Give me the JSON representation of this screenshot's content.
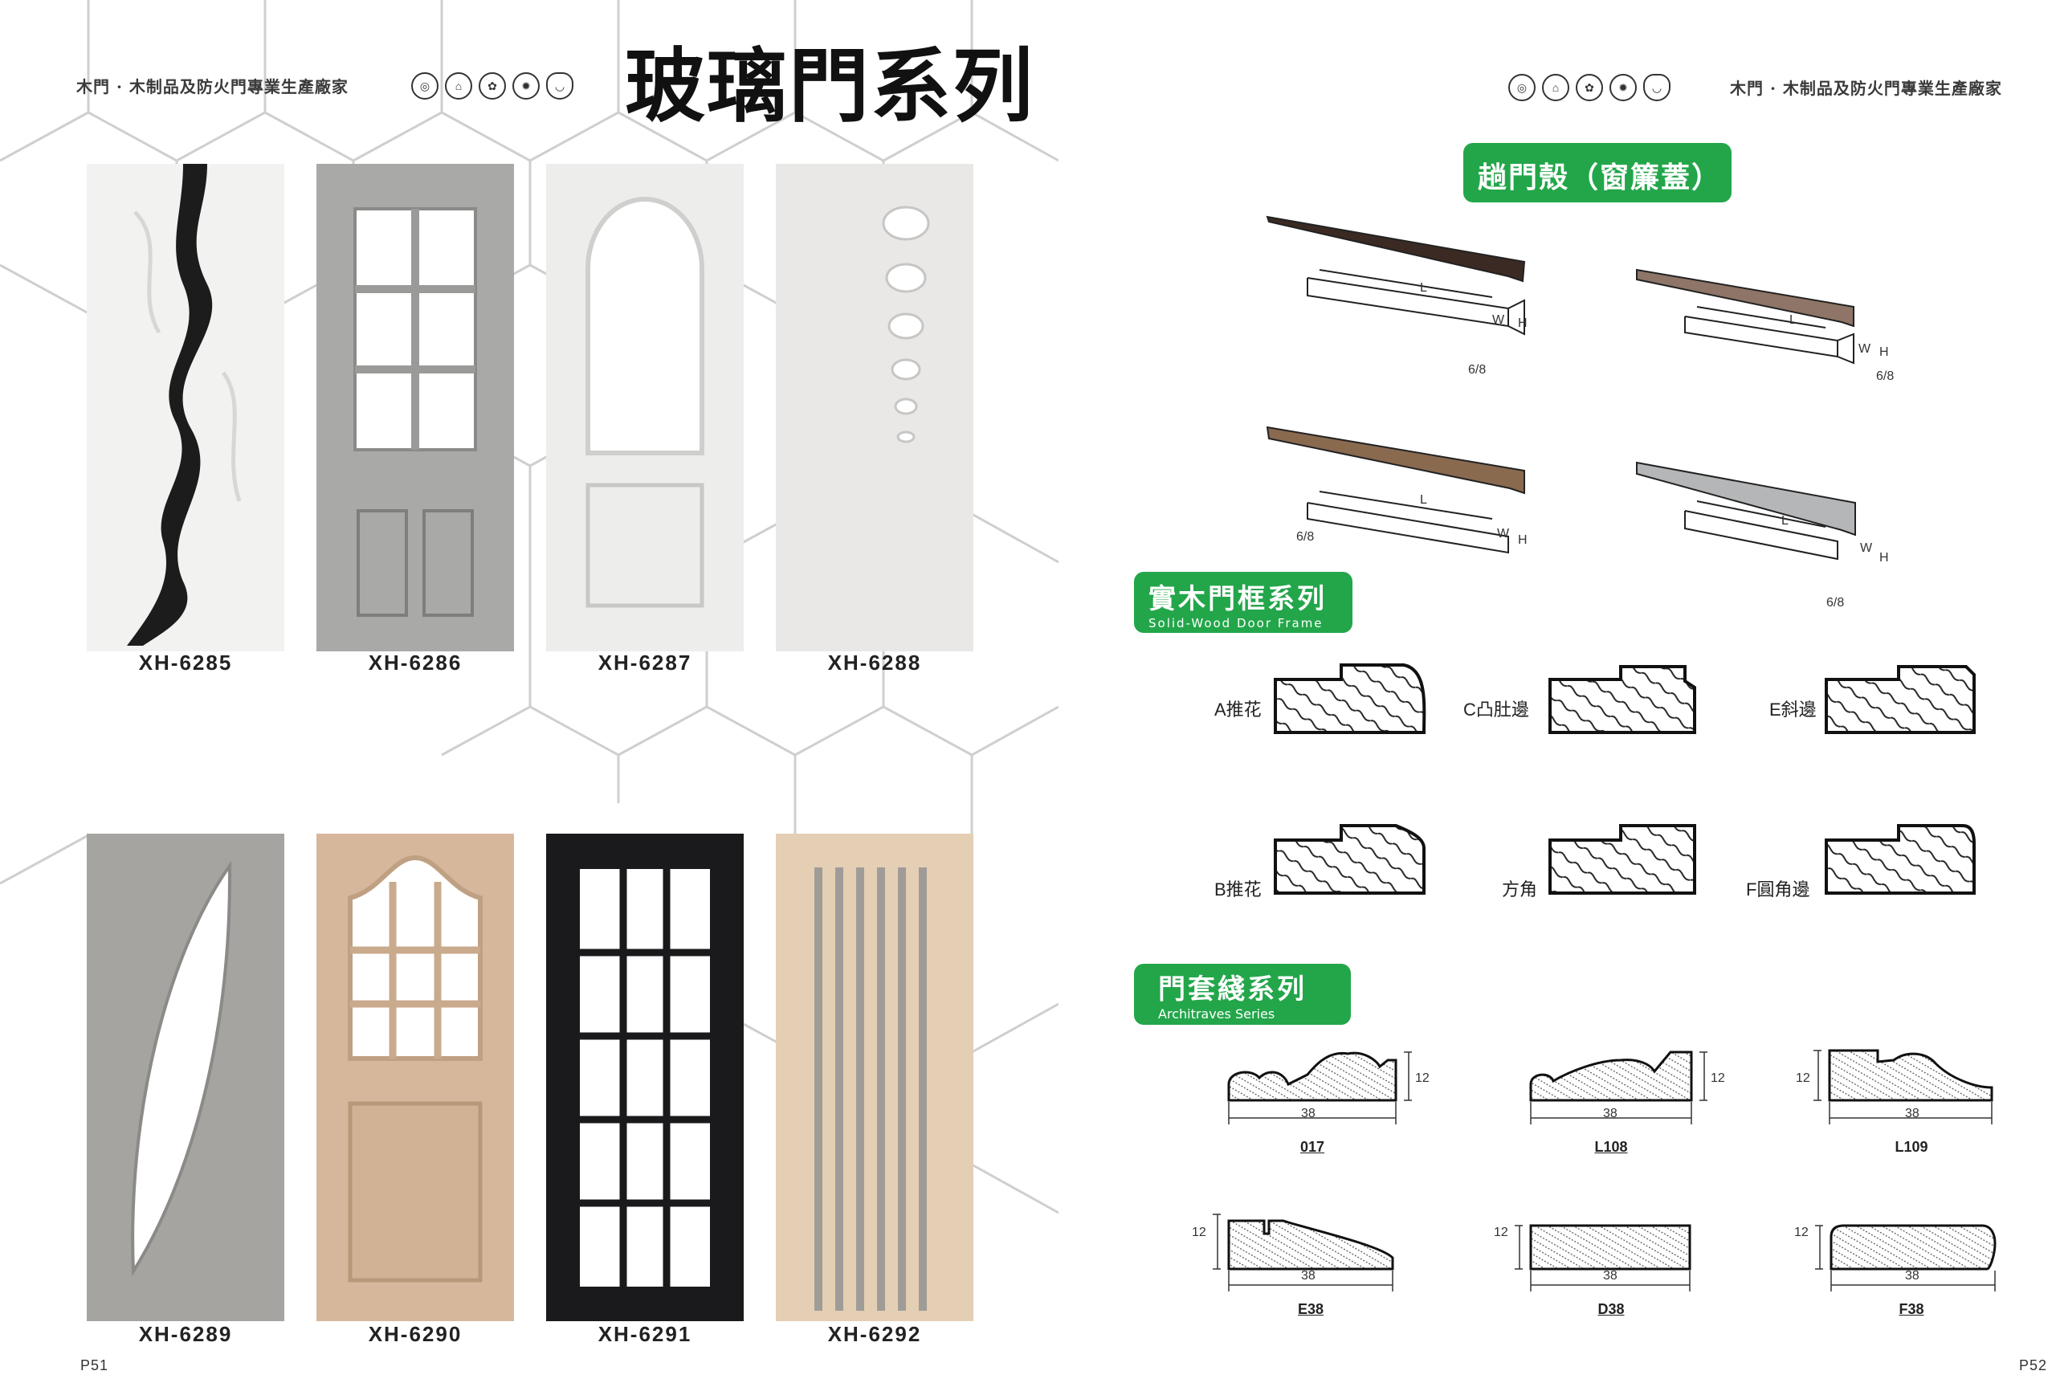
{
  "left_page": {
    "tagline": "木門 · 木制品及防火門專業生產廠家",
    "title": "玻璃門系列",
    "page_number": "P51",
    "doors": [
      {
        "code": "XH-6285",
        "finish": "white",
        "glass": "abstract wave"
      },
      {
        "code": "XH-6286",
        "finish": "grey woodgrain",
        "glass": "6-lite grid"
      },
      {
        "code": "XH-6287",
        "finish": "white",
        "glass": "arched"
      },
      {
        "code": "XH-6288",
        "finish": "white",
        "glass": "round porthole column"
      },
      {
        "code": "XH-6289",
        "finish": "grey woodgrain",
        "glass": "leaf ellipse"
      },
      {
        "code": "XH-6290",
        "finish": "natural oak",
        "glass": "9-lite arched top"
      },
      {
        "code": "XH-6291",
        "finish": "black",
        "glass": "15-lite grid"
      },
      {
        "code": "XH-6292",
        "finish": "light wood",
        "glass": "vertical slats"
      }
    ]
  },
  "right_page": {
    "tagline": "木門 · 木制品及防火門專業生產廠家",
    "page_number": "P52",
    "section_curtain": {
      "title": "趟門殼（窗簾蓋）"
    },
    "curtain_dims": {
      "l": "L",
      "w": "W",
      "h": "H",
      "t": "6/8"
    },
    "section_frame": {
      "title": "實木門框系列",
      "subtitle": "Solid-Wood Door Frame"
    },
    "frame_profiles": [
      {
        "label": "A推花"
      },
      {
        "label": "C凸肚邊"
      },
      {
        "label": "E斜邊"
      },
      {
        "label": "B推花"
      },
      {
        "label": "方角"
      },
      {
        "label": "F圓角邊"
      }
    ],
    "section_arch": {
      "title": "門套綫系列",
      "subtitle": "Architraves Series"
    },
    "architraves": [
      {
        "code": "017",
        "width": "38",
        "height": "12"
      },
      {
        "code": "L108",
        "width": "38",
        "height": "12"
      },
      {
        "code": "L109",
        "width": "38",
        "height": "12"
      },
      {
        "code": "E38",
        "width": "38",
        "height": "12"
      },
      {
        "code": "D38",
        "width": "38",
        "height": "12"
      },
      {
        "code": "F38",
        "width": "38",
        "height": "12"
      }
    ]
  },
  "colors": {
    "brand_green": "#23a64a",
    "text": "#231f20",
    "hex_lines": "#c8c8c8"
  },
  "icons": [
    "cert-circle-icon",
    "cert-house-icon",
    "cert-leaf-icon",
    "cert-sun-icon",
    "cert-shield-icon"
  ]
}
